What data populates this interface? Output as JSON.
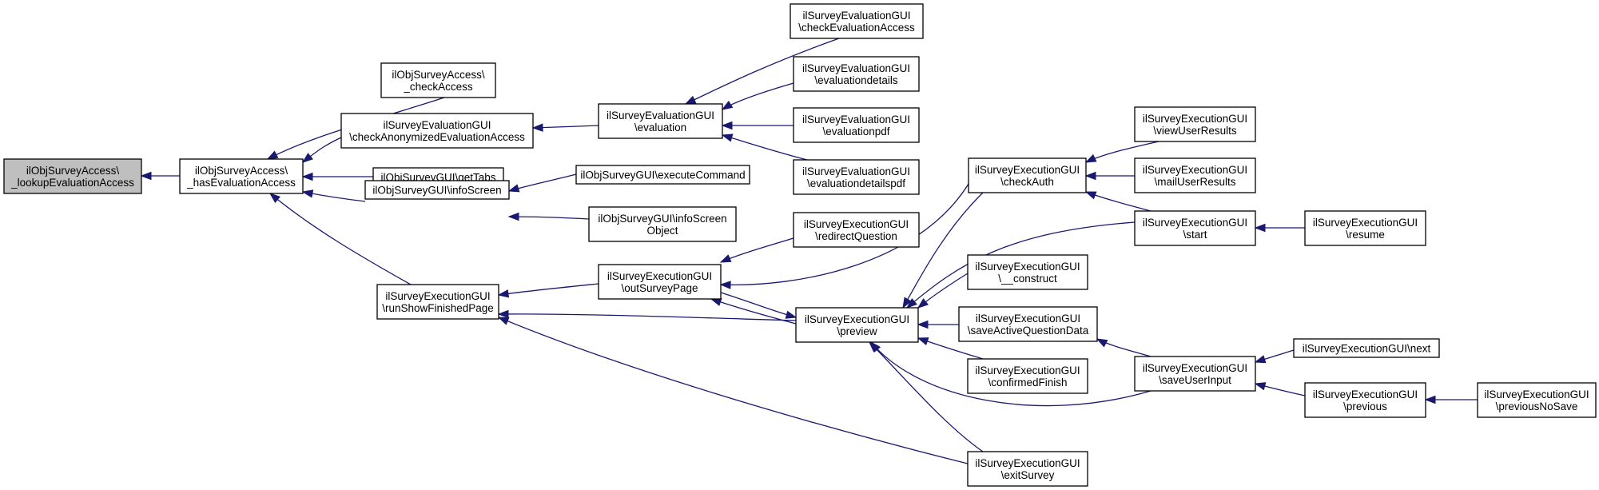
{
  "nodes": [
    {
      "id": "n0",
      "lines": [
        "ilObjSurveyAccess\\",
        "_lookupEvaluationAccess"
      ],
      "root": true
    },
    {
      "id": "n1",
      "lines": [
        "ilObjSurveyAccess\\",
        "_hasEvaluationAccess"
      ]
    },
    {
      "id": "n2",
      "lines": [
        "ilObjSurveyAccess\\",
        "_checkAccess"
      ]
    },
    {
      "id": "n3",
      "lines": [
        "ilSurveyEvaluationGUI",
        "\\checkAnonymizedEvaluationAccess"
      ]
    },
    {
      "id": "n4",
      "lines": [
        "ilObjSurveyGUI\\getTabs"
      ]
    },
    {
      "id": "n5",
      "lines": [
        "ilObjSurveyGUI\\infoScreen"
      ]
    },
    {
      "id": "n6",
      "lines": [
        "ilSurveyExecutionGUI",
        "\\runShowFinishedPage"
      ]
    },
    {
      "id": "n7",
      "lines": [
        "ilSurveyEvaluationGUI",
        "\\evaluation"
      ]
    },
    {
      "id": "n8",
      "lines": [
        "ilObjSurveyGUI\\executeCommand"
      ]
    },
    {
      "id": "n9",
      "lines": [
        "ilObjSurveyGUI\\infoScreen",
        "Object"
      ]
    },
    {
      "id": "n10",
      "lines": [
        "ilSurveyExecutionGUI",
        "\\outSurveyPage"
      ]
    },
    {
      "id": "n11",
      "lines": [
        "ilSurveyEvaluationGUI",
        "\\checkEvaluationAccess"
      ]
    },
    {
      "id": "n12",
      "lines": [
        "ilSurveyEvaluationGUI",
        "\\evaluationdetails"
      ]
    },
    {
      "id": "n13",
      "lines": [
        "ilSurveyEvaluationGUI",
        "\\evaluationpdf"
      ]
    },
    {
      "id": "n14",
      "lines": [
        "ilSurveyEvaluationGUI",
        "\\evaluationdetailspdf"
      ]
    },
    {
      "id": "n15",
      "lines": [
        "ilSurveyExecutionGUI",
        "\\redirectQuestion"
      ]
    },
    {
      "id": "n16",
      "lines": [
        "ilSurveyExecutionGUI",
        "\\preview"
      ]
    },
    {
      "id": "n17",
      "lines": [
        "ilSurveyExecutionGUI",
        "\\checkAuth"
      ]
    },
    {
      "id": "n18",
      "lines": [
        "ilSurveyExecutionGUI",
        "\\__construct"
      ]
    },
    {
      "id": "n19",
      "lines": [
        "ilSurveyExecutionGUI",
        "\\saveActiveQuestionData"
      ]
    },
    {
      "id": "n20",
      "lines": [
        "ilSurveyExecutionGUI",
        "\\confirmedFinish"
      ]
    },
    {
      "id": "n21",
      "lines": [
        "ilSurveyExecutionGUI",
        "\\exitSurvey"
      ]
    },
    {
      "id": "n22",
      "lines": [
        "ilSurveyExecutionGUI",
        "\\viewUserResults"
      ]
    },
    {
      "id": "n23",
      "lines": [
        "ilSurveyExecutionGUI",
        "\\mailUserResults"
      ]
    },
    {
      "id": "n24",
      "lines": [
        "ilSurveyExecutionGUI",
        "\\start"
      ]
    },
    {
      "id": "n25",
      "lines": [
        "ilSurveyExecutionGUI",
        "\\saveUserInput"
      ]
    },
    {
      "id": "n26",
      "lines": [
        "ilSurveyExecutionGUI",
        "\\resume"
      ]
    },
    {
      "id": "n27",
      "lines": [
        "ilSurveyExecutionGUI\\next"
      ]
    },
    {
      "id": "n28",
      "lines": [
        "ilSurveyExecutionGUI",
        "\\previous"
      ]
    },
    {
      "id": "n29",
      "lines": [
        "ilSurveyExecutionGUI",
        "\\previousNoSave"
      ]
    }
  ],
  "edges": [
    {
      "from": "n1",
      "to": "n0"
    },
    {
      "from": "n2",
      "to": "n1"
    },
    {
      "from": "n3",
      "to": "n1"
    },
    {
      "from": "n4",
      "to": "n1"
    },
    {
      "from": "n5",
      "to": "n1"
    },
    {
      "from": "n6",
      "to": "n1"
    },
    {
      "from": "n7",
      "to": "n3"
    },
    {
      "from": "n8",
      "to": "n5"
    },
    {
      "from": "n9",
      "to": "n5"
    },
    {
      "from": "n10",
      "to": "n6"
    },
    {
      "from": "n16",
      "to": "n6"
    },
    {
      "from": "n21",
      "to": "n6"
    },
    {
      "from": "n11",
      "to": "n7"
    },
    {
      "from": "n12",
      "to": "n7"
    },
    {
      "from": "n13",
      "to": "n7"
    },
    {
      "from": "n14",
      "to": "n7"
    },
    {
      "from": "n15",
      "to": "n10"
    },
    {
      "from": "n16",
      "to": "n10"
    },
    {
      "from": "n17",
      "to": "n10"
    },
    {
      "from": "n10",
      "to": "n16"
    },
    {
      "from": "n17",
      "to": "n16"
    },
    {
      "from": "n24",
      "to": "n16"
    },
    {
      "from": "n18",
      "to": "n16"
    },
    {
      "from": "n19",
      "to": "n16"
    },
    {
      "from": "n20",
      "to": "n16"
    },
    {
      "from": "n25",
      "to": "n16"
    },
    {
      "from": "n21",
      "to": "n16"
    },
    {
      "from": "n22",
      "to": "n17"
    },
    {
      "from": "n23",
      "to": "n17"
    },
    {
      "from": "n24",
      "to": "n17"
    },
    {
      "from": "n26",
      "to": "n24"
    },
    {
      "from": "n25",
      "to": "n19"
    },
    {
      "from": "n27",
      "to": "n25"
    },
    {
      "from": "n28",
      "to": "n25"
    },
    {
      "from": "n29",
      "to": "n28"
    }
  ]
}
